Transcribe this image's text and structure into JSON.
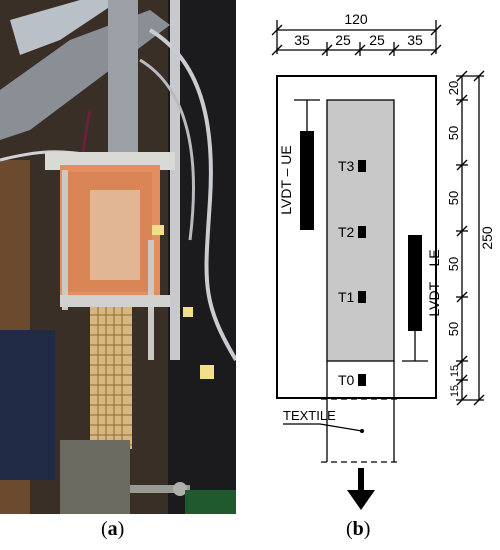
{
  "caption_a": {
    "open": "(",
    "letter": "a",
    "close": ")"
  },
  "caption_b": {
    "open": "(",
    "letter": "b",
    "close": ")"
  },
  "dimensions": {
    "overall_width": "120",
    "segments": [
      "35",
      "25",
      "25",
      "35"
    ],
    "vertical": [
      "20",
      "50",
      "50",
      "50",
      "50",
      "15",
      "15"
    ],
    "overall_height": "250"
  },
  "labels": {
    "upper_lvdt": "LVDT – UE",
    "lower_lvdt": "LVDT – LE",
    "textile": "TEXTILE"
  },
  "sensors": [
    "T3",
    "T2",
    "T1",
    "T0"
  ],
  "colors": {
    "specimen_fill": "#c8c8c8",
    "lvdt_fill": "#000000",
    "line": "#000000"
  }
}
